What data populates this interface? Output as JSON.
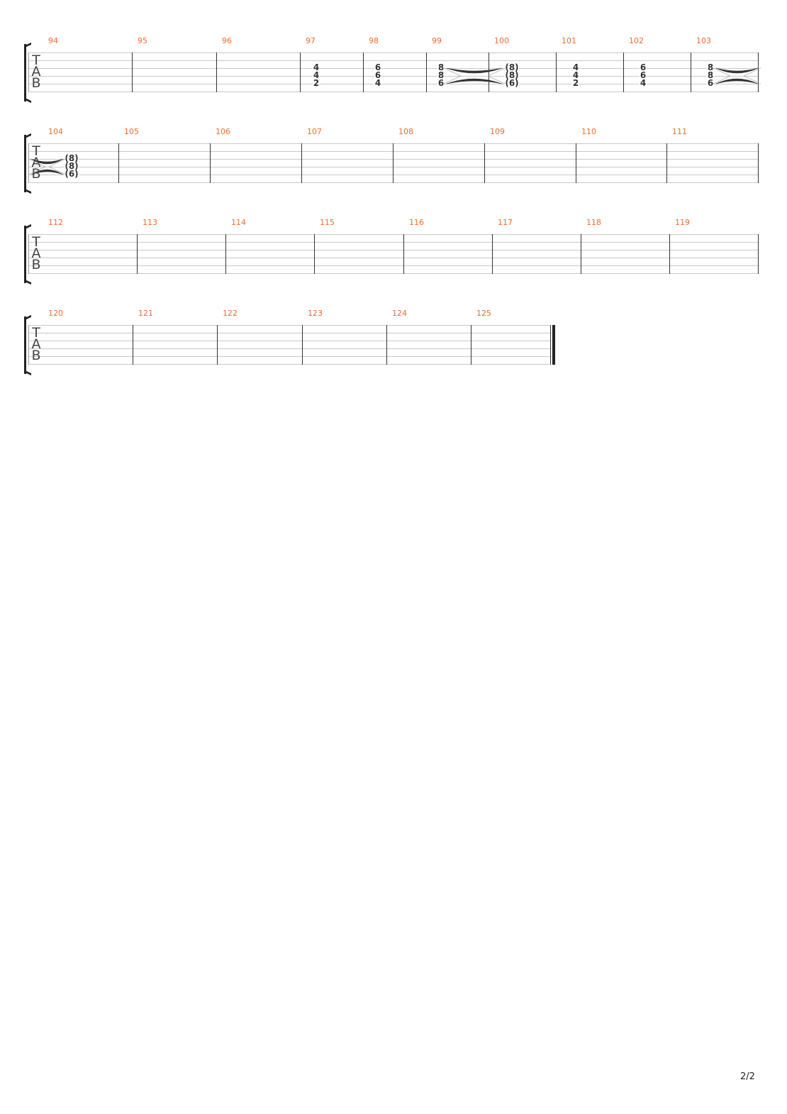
{
  "clef_letters": [
    "T",
    "A",
    "B"
  ],
  "page_number": "2/2",
  "colors": {
    "measure_number": "#f26b2d",
    "note": "#333333"
  },
  "systems": [
    {
      "measures": [
        {
          "number": "94",
          "notes": []
        },
        {
          "number": "95",
          "notes": []
        },
        {
          "number": "96",
          "notes": []
        },
        {
          "number": "97",
          "notes": [
            "4",
            "4",
            "2"
          ]
        },
        {
          "number": "98",
          "notes": [
            "6",
            "6",
            "4"
          ]
        },
        {
          "number": "99",
          "notes": [
            "8",
            "8",
            "6"
          ],
          "tie_out": true
        },
        {
          "number": "100",
          "notes": [
            "(8)",
            "(8)",
            "(6)"
          ]
        },
        {
          "number": "101",
          "notes": [
            "4",
            "4",
            "2"
          ]
        },
        {
          "number": "102",
          "notes": [
            "6",
            "6",
            "4"
          ]
        },
        {
          "number": "103",
          "notes": [
            "8",
            "8",
            "6"
          ],
          "tie_out": true
        }
      ]
    },
    {
      "measures": [
        {
          "number": "104",
          "notes": [
            "(8)",
            "(8)",
            "(6)"
          ],
          "tie_in": true
        },
        {
          "number": "105",
          "notes": []
        },
        {
          "number": "106",
          "notes": []
        },
        {
          "number": "107",
          "notes": []
        },
        {
          "number": "108",
          "notes": []
        },
        {
          "number": "109",
          "notes": []
        },
        {
          "number": "110",
          "notes": []
        },
        {
          "number": "111",
          "notes": []
        }
      ]
    },
    {
      "measures": [
        {
          "number": "112",
          "notes": []
        },
        {
          "number": "113",
          "notes": []
        },
        {
          "number": "114",
          "notes": []
        },
        {
          "number": "115",
          "notes": []
        },
        {
          "number": "116",
          "notes": []
        },
        {
          "number": "117",
          "notes": []
        },
        {
          "number": "118",
          "notes": []
        },
        {
          "number": "119",
          "notes": []
        }
      ]
    },
    {
      "final_barline": true,
      "measures": [
        {
          "number": "120",
          "notes": []
        },
        {
          "number": "121",
          "notes": []
        },
        {
          "number": "122",
          "notes": []
        },
        {
          "number": "123",
          "notes": []
        },
        {
          "number": "124",
          "notes": []
        },
        {
          "number": "125",
          "notes": []
        }
      ]
    }
  ]
}
